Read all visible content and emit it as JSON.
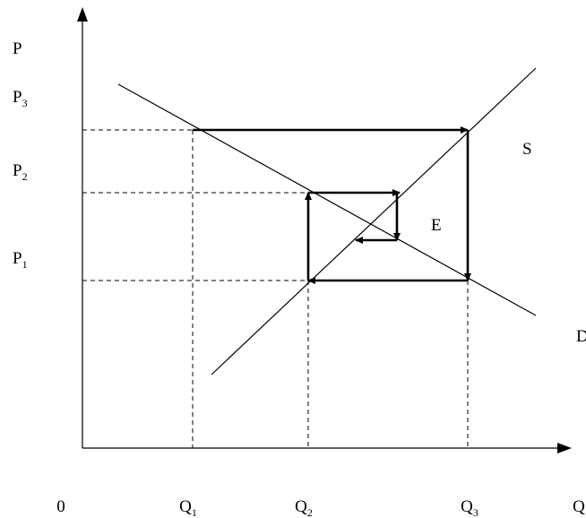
{
  "diagram": {
    "axis_labels": {
      "price": "P",
      "quantity": "Q",
      "origin": "0"
    },
    "price_levels": [
      {
        "main": "P",
        "sub": "3"
      },
      {
        "main": "P",
        "sub": "2"
      },
      {
        "main": "P",
        "sub": "1"
      }
    ],
    "quantity_levels": [
      {
        "main": "Q",
        "sub": "1"
      },
      {
        "main": "Q",
        "sub": "2"
      },
      {
        "main": "Q",
        "sub": "3"
      }
    ],
    "curve_labels": {
      "supply": "S",
      "demand": "D",
      "equilibrium": "E"
    }
  }
}
